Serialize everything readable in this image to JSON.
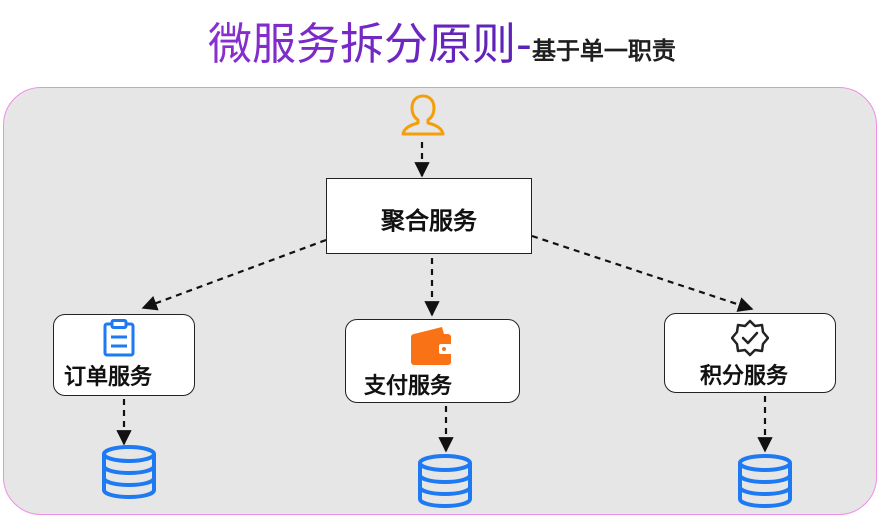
{
  "title": {
    "main": "微服务拆分原则-",
    "sub": "基于单一职责"
  },
  "aggregate": {
    "label": "聚合服务"
  },
  "services": {
    "order": {
      "label": "订单服务",
      "icon": "clipboard-icon"
    },
    "payment": {
      "label": "支付服务",
      "icon": "wallet-icon"
    },
    "points": {
      "label": "积分服务",
      "icon": "badge-check-icon"
    }
  },
  "colors": {
    "title": "#7e22ce",
    "panel_bg": "#e6e6e6",
    "panel_border": "#ef8ee8",
    "user_icon": "#f59e0b",
    "wallet_icon": "#f97316",
    "database_icon": "#1d7af2"
  }
}
